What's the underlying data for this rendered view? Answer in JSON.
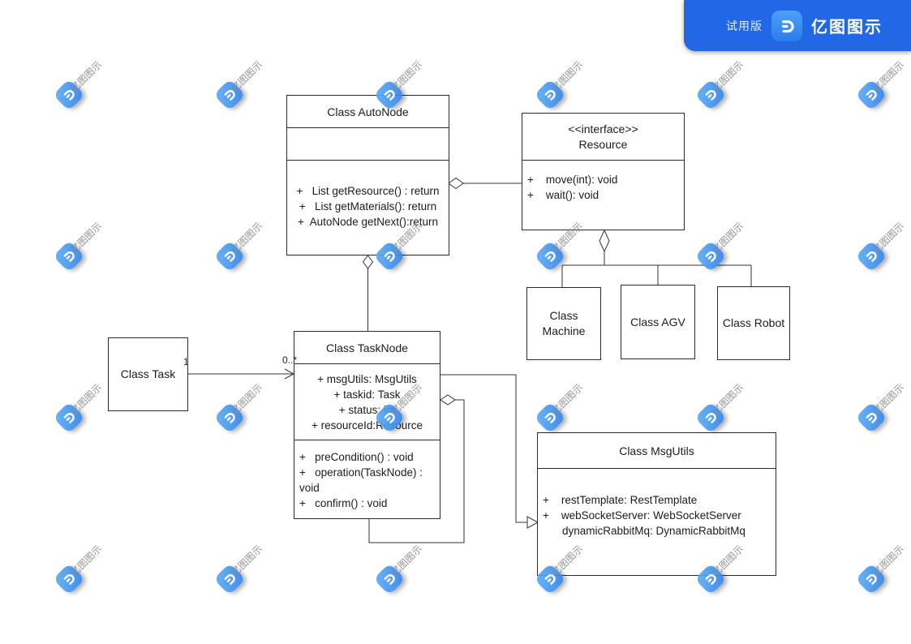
{
  "header": {
    "trial_label": "试用版",
    "brand": "亿图图示"
  },
  "watermark": {
    "text": "亿图图示",
    "cols": [
      85,
      283,
      480,
      678,
      876,
      1074
    ],
    "rows": [
      117,
      316,
      515,
      714
    ]
  },
  "diagram": {
    "autonode": {
      "title": "Class AutoNode",
      "methods": [
        "+   List getResource() : return",
        "+   List getMaterials(): return",
        "+  AutoNode getNext():return"
      ]
    },
    "resource": {
      "stereotype": "<<interface>>",
      "title": "Resource",
      "methods": [
        "+    move(int): void",
        "+    wait(): void"
      ]
    },
    "machine": {
      "title": "Class Machine"
    },
    "agv": {
      "title": "Class AGV"
    },
    "robot": {
      "title": "Class Robot"
    },
    "task": {
      "title": "Class Task"
    },
    "tasknode": {
      "title": "Class TaskNode",
      "attributes": [
        "+ msgUtils: MsgUtils",
        "+ taskid: Task",
        "+ status: int",
        "+ resourceId:Resource"
      ],
      "methods": [
        "+   preCondition() : void",
        "+   operation(TaskNode) : void",
        "+   confirm() : void"
      ]
    },
    "msgutils": {
      "title": "Class MsgUtils",
      "attributes": [
        "+    restTemplate: RestTemplate",
        "+    webSocketServer: WebSocketServer",
        "dynamicRabbitMq: DynamicRabbitMq"
      ]
    },
    "labels": {
      "task_end": "1",
      "tasknode_end": "0..*"
    }
  },
  "colors": {
    "header_bg": "#2268e6",
    "watermark_blue_light": "#5fb0f6",
    "watermark_blue_dark": "#2e7fe9",
    "line": "#333333"
  }
}
